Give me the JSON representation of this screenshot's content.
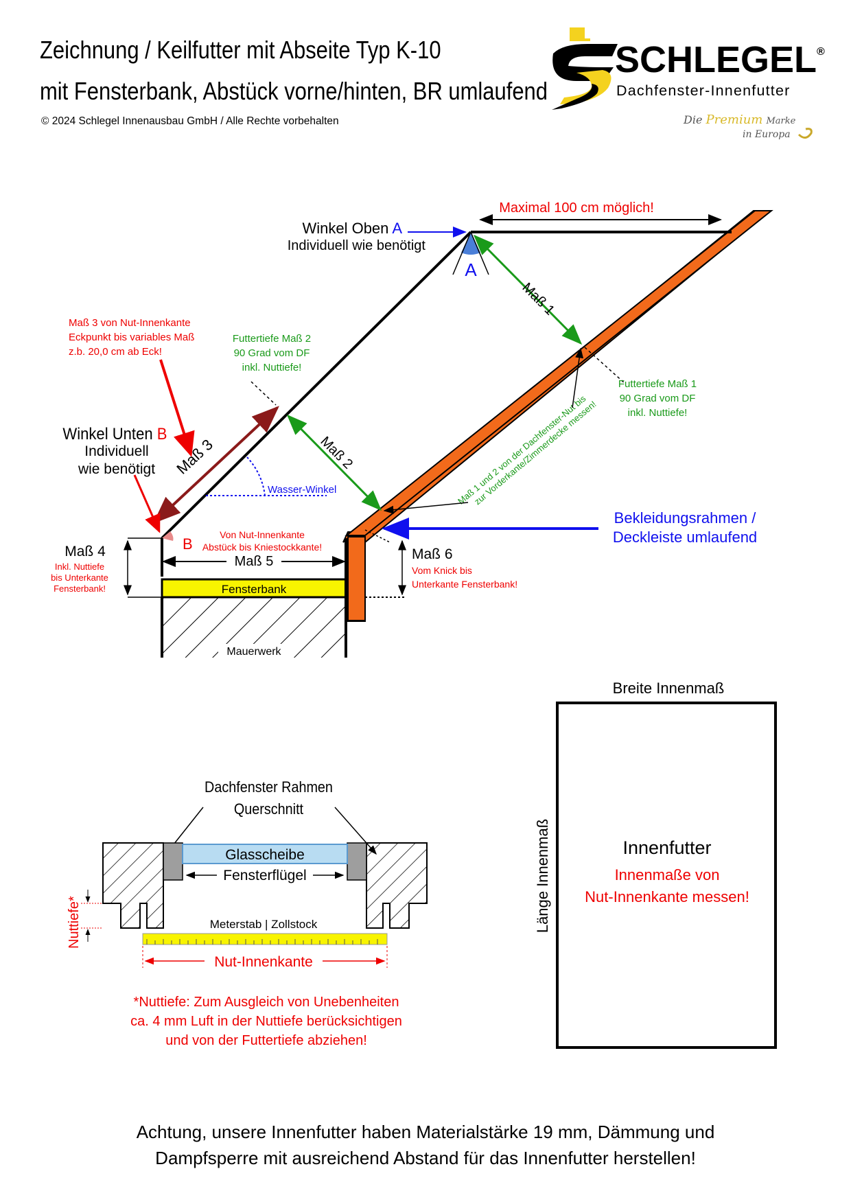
{
  "header": {
    "title_line1": "Zeichnung / Keilfutter mit Abseite Typ K-10",
    "title_line2": "mit Fensterbank, Abstück vorne/hinten, BR umlaufend",
    "copyright": "© 2024 Schlegel Innenausbau GmbH / Alle Rechte vorbehalten"
  },
  "brand": {
    "name": "SCHLEGEL",
    "registered": "®",
    "tagline": "Dachfenster-Innenfutter",
    "premium_prefix": "Die",
    "premium_word": "Premium",
    "premium_suffix": "Marke",
    "premium_line2": "in Europa",
    "colors": {
      "yellow": "#f4d21f",
      "black": "#000000"
    }
  },
  "section_drawing": {
    "max_width": "Maximal 100 cm möglich!",
    "angle_top_label": "Winkel Oben",
    "angle_top_letter": "A",
    "angle_top_sub": "Individuell wie benötigt",
    "angle_a_mark": "A",
    "mass1": "Maß 1",
    "mass2": "Maß 2",
    "mass3": "Maß 3",
    "mass4": "Maß 4",
    "mass5": "Maß 5",
    "mass6": "Maß 6",
    "mass3_note": [
      "Maß 3 von Nut-Innenkante",
      "Eckpunkt bis variables Maß",
      "z.b. 20,0 cm ab Eck!"
    ],
    "futtertiefe2": [
      "Futtertiefe Maß 2",
      "90 Grad vom DF",
      "inkl. Nuttiefe!"
    ],
    "futtertiefe1": [
      "Futtertiefe Maß 1",
      "90 Grad vom DF",
      "inkl. Nuttiefe!"
    ],
    "angle_bottom_label": "Winkel Unten",
    "angle_bottom_letter": "B",
    "angle_bottom_sub1": "Individuell",
    "angle_bottom_sub2": "wie benötigt",
    "angle_b_mark": "B",
    "wasser_winkel": "Wasser-Winkel",
    "nut_note_line1": "Maß 1 und 2 von der Dachfenster-Nut bis",
    "nut_note_line2": "zur Vorderkante/Zimmerdecke messen!",
    "bekleidung": [
      "Bekleidungsrahmen /",
      "Deckleiste umlaufend"
    ],
    "mass5_note": [
      "Von Nut-Innenkante",
      "Abstück bis Kniestockkante!"
    ],
    "mass4_note": [
      "Inkl. Nuttiefe",
      "bis Unterkante",
      "Fensterbank!"
    ],
    "mass6_note": [
      "Vom Knick bis",
      "Unterkante Fensterbank!"
    ],
    "fensterbank": "Fensterbank",
    "mauerwerk": "Mauerwerk",
    "colors": {
      "orange": "#f26a1b",
      "darkred": "#8b1a1a",
      "green": "#1a9a1a",
      "blue": "#1010ee",
      "red": "#ff0000",
      "yellow": "#f8f400"
    }
  },
  "section_frame": {
    "title_line1": "Dachfenster Rahmen",
    "title_line2": "Querschnitt",
    "glass": "Glasscheibe",
    "sash": "Fensterflügel",
    "nuttiefe": "Nuttiefe*",
    "ruler": "Meterstab | Zollstock",
    "nut_innenkante": "Nut-Innenkante",
    "note": [
      "*Nuttiefe: Zum Ausgleich von Unebenheiten",
      "ca. 4 mm Luft in der Nuttiefe berücksichtigen",
      "und von der Futtertiefe abziehen!"
    ]
  },
  "section_box": {
    "width_label": "Breite Innenmaß",
    "length_label": "Länge Innenmaß",
    "title": "Innenfutter",
    "note_line1": "Innenmaße von",
    "note_line2": "Nut-Innenkante messen!"
  },
  "footer": {
    "line1": "Achtung, unsere Innenfutter haben Materialstärke 19 mm, Dämmung und",
    "line2": "Dampfsperre mit ausreichend Abstand für das Innenfutter herstellen!"
  }
}
